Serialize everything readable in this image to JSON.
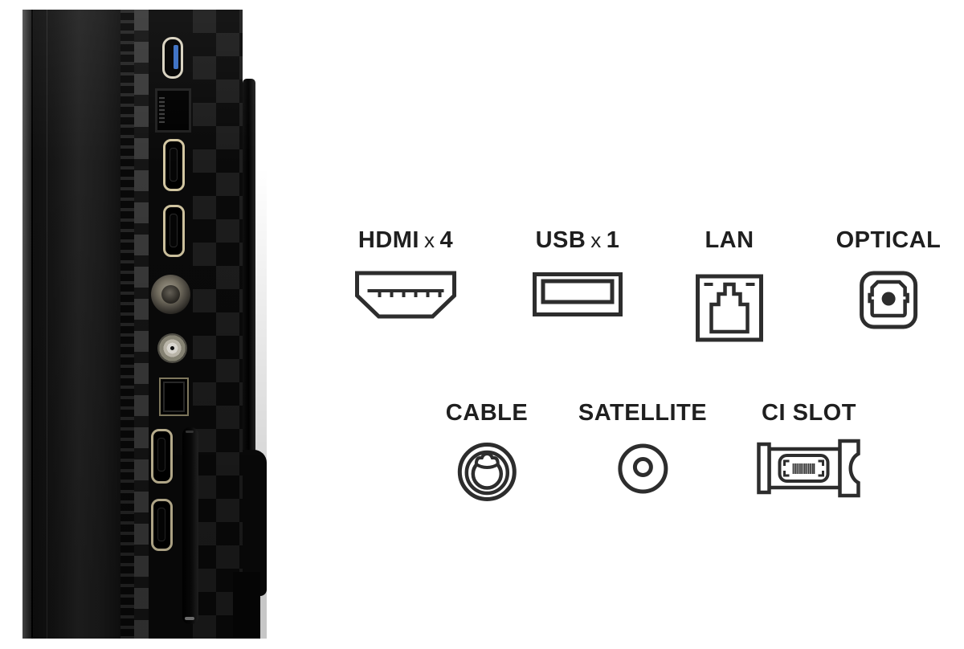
{
  "page": {
    "background": "#ffffff"
  },
  "photo": {
    "ports": [
      "USB",
      "LAN",
      "HDMI",
      "HDMI",
      "ANTENNA",
      "SATELLITE",
      "OPTICAL",
      "HDMI",
      "HDMI",
      "CI SLOT"
    ],
    "usb_accent_color": "#3a6fc4",
    "hdmi_bezel_color": "#d3c7a2",
    "body_color": "#111111"
  },
  "diagram": {
    "text_color": "#1f1f1f",
    "icon_stroke_color": "#2d2d2d",
    "rows": [
      {
        "items": [
          {
            "name": "HDMI",
            "times": "x",
            "count": "4"
          },
          {
            "name": "USB",
            "times": "x",
            "count": "1"
          },
          {
            "name": "LAN"
          },
          {
            "name": "OPTICAL"
          }
        ]
      },
      {
        "items": [
          {
            "name": "CABLE"
          },
          {
            "name": "SATELLITE"
          },
          {
            "name": "CI SLOT"
          }
        ]
      }
    ]
  }
}
